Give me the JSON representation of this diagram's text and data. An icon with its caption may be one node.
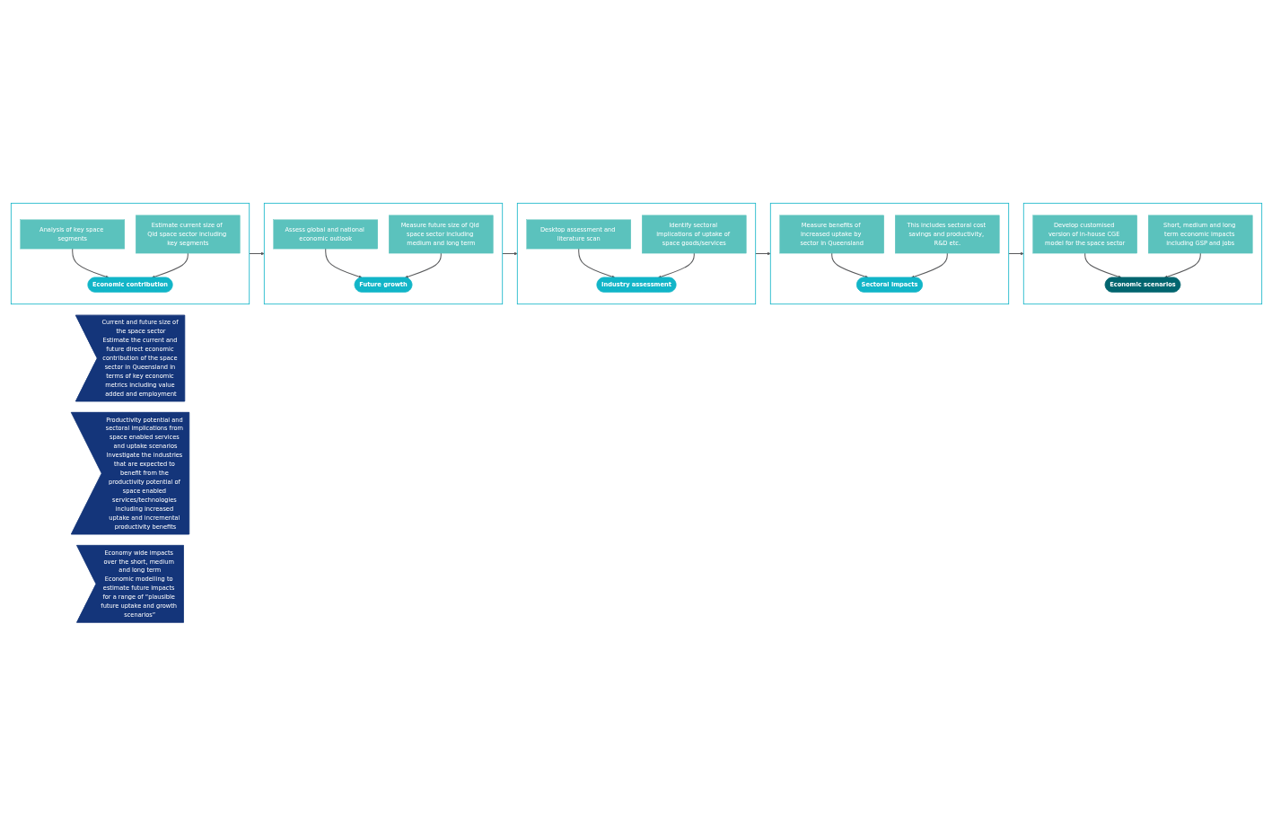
{
  "diagram": {
    "nodes": [
      {
        "text": [
          "Current and future size of the space sector",
          "Estimate the current and future direct economic contribution of the space sector in Queensland in terms of key economic metrics including value added and employment"
        ]
      },
      {
        "text": [
          "Productivity potential and sectoral implications from space enabled services and uptake scenarios",
          "Investigate the industries that are expected to benefit from the productivity potential of space enabled services/technologies including increased uptake and incremental productivity benefits"
        ]
      },
      {
        "text": [
          "Economy wide impacts over the short, medium and long term",
          "Economic modelling to estimate future impacts for a range of “plausible future uptake and growth scenarios”"
        ]
      },
      {
        "text": [],
        "shape": "box"
      },
      {
        "text": [
          "Analysis of key space segments"
        ],
        "in": 3
      },
      {
        "text": [
          "Economic contribution"
        ],
        "in": 3
      },
      {
        "text": [
          "Estimate current size of Qld space sector including key segments"
        ],
        "in": 3
      },
      {
        "text": [],
        "shape": "box"
      },
      {
        "text": [
          "Assess global and national economic outlook"
        ],
        "in": 7
      },
      {
        "text": [
          "Future growth"
        ],
        "in": 7
      },
      {
        "text": [
          "Measure future size of Qld space sector including medium and long term"
        ],
        "in": 7
      },
      {
        "text": [],
        "shape": "box"
      },
      {
        "text": [
          "Desktop assessment and literature scan"
        ],
        "in": 11
      },
      {
        "text": [
          "Industry assessment"
        ],
        "in": 11
      },
      {
        "text": [
          "Identify sectoral implications of uptake of space goods/services"
        ],
        "in": 11
      },
      {
        "text": [],
        "shape": "box"
      },
      {
        "text": [
          "Measure benefits of increased uptake by sector in Queensland"
        ],
        "in": 15
      },
      {
        "text": [
          "Sectoral impacts"
        ],
        "in": 15
      },
      {
        "text": [
          "This includes sectoral cost savings and productivity, R&D etc."
        ],
        "in": 15
      },
      {
        "text": [],
        "shape": "box"
      },
      {
        "text": [
          "Develop customised version of in-house CGE model for the space sector"
        ],
        "in": 19
      },
      {
        "text": [
          "Economic scenarios"
        ],
        "in": 19
      },
      {
        "text": [
          "Short, medium and long term economic impacts including GSP and jobs"
        ],
        "in": 19
      }
    ],
    "edges": [
      {
        "from": 4,
        "to": 5,
        "arrow": "to"
      },
      {
        "from": 6,
        "to": 5,
        "arrow": "to"
      },
      {
        "from": 8,
        "to": 9,
        "arrow": "to"
      },
      {
        "from": 10,
        "to": 9,
        "arrow": "to"
      },
      {
        "from": 12,
        "to": 13,
        "arrow": "to"
      },
      {
        "from": 14,
        "to": 13,
        "arrow": "to"
      },
      {
        "from": 16,
        "to": 17,
        "arrow": "to"
      },
      {
        "from": 18,
        "to": 17,
        "arrow": "to"
      },
      {
        "from": 20,
        "to": 21,
        "arrow": "to"
      },
      {
        "from": 22,
        "to": 21,
        "arrow": "to"
      },
      {
        "from": 3,
        "to": 7,
        "arrow": "to"
      },
      {
        "from": 7,
        "to": 11,
        "arrow": "to"
      },
      {
        "from": 11,
        "to": 15,
        "arrow": "to"
      },
      {
        "from": 15,
        "to": 19,
        "arrow": "to"
      }
    ]
  }
}
